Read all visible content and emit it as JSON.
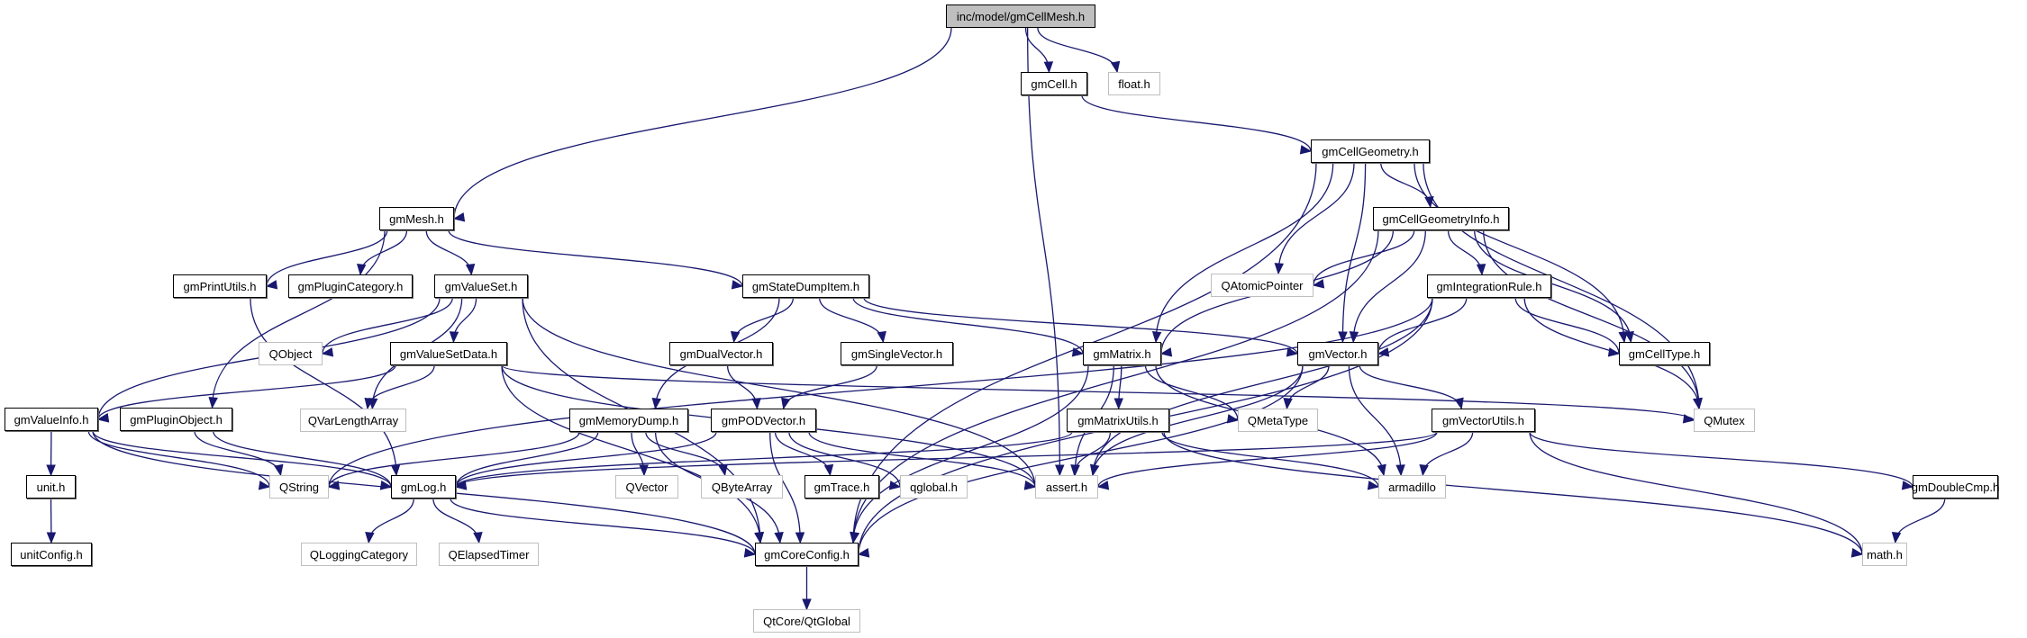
{
  "graph": {
    "title": "inc/model/gmCellMesh.h",
    "colors": {
      "edge": "#191970",
      "root_fill": "#bfbfbf",
      "external_border": "#bfbfbf",
      "internal_border": "#000000"
    },
    "nodes": [
      {
        "id": "gmCellMesh",
        "label": "inc/model/gmCellMesh.h",
        "kind": "root"
      },
      {
        "id": "gmCell",
        "label": "gmCell.h",
        "kind": "internal"
      },
      {
        "id": "float",
        "label": "float.h",
        "kind": "external"
      },
      {
        "id": "gmCellGeometry",
        "label": "gmCellGeometry.h",
        "kind": "internal"
      },
      {
        "id": "gmMesh",
        "label": "gmMesh.h",
        "kind": "internal"
      },
      {
        "id": "gmCellGeometryInfo",
        "label": "gmCellGeometryInfo.h",
        "kind": "internal"
      },
      {
        "id": "gmPrintUtils",
        "label": "gmPrintUtils.h",
        "kind": "internal"
      },
      {
        "id": "gmPluginCategory",
        "label": "gmPluginCategory.h",
        "kind": "internal"
      },
      {
        "id": "gmValueSet",
        "label": "gmValueSet.h",
        "kind": "internal"
      },
      {
        "id": "gmStateDumpItem",
        "label": "gmStateDumpItem.h",
        "kind": "internal"
      },
      {
        "id": "QAtomicPointer",
        "label": "QAtomicPointer",
        "kind": "external"
      },
      {
        "id": "gmIntegrationRule",
        "label": "gmIntegrationRule.h",
        "kind": "internal"
      },
      {
        "id": "QObject",
        "label": "QObject",
        "kind": "external"
      },
      {
        "id": "gmValueSetData",
        "label": "gmValueSetData.h",
        "kind": "internal"
      },
      {
        "id": "gmDualVector",
        "label": "gmDualVector.h",
        "kind": "internal"
      },
      {
        "id": "gmSingleVector",
        "label": "gmSingleVector.h",
        "kind": "internal"
      },
      {
        "id": "gmMatrix",
        "label": "gmMatrix.h",
        "kind": "internal"
      },
      {
        "id": "gmVector",
        "label": "gmVector.h",
        "kind": "internal"
      },
      {
        "id": "gmCellType",
        "label": "gmCellType.h",
        "kind": "internal"
      },
      {
        "id": "gmValueInfo",
        "label": "gmValueInfo.h",
        "kind": "internal"
      },
      {
        "id": "gmPluginObject",
        "label": "gmPluginObject.h",
        "kind": "internal"
      },
      {
        "id": "QVarLengthArray",
        "label": "QVarLengthArray",
        "kind": "external"
      },
      {
        "id": "gmMemoryDump",
        "label": "gmMemoryDump.h",
        "kind": "internal"
      },
      {
        "id": "gmPODVector",
        "label": "gmPODVector.h",
        "kind": "internal"
      },
      {
        "id": "gmMatrixUtils",
        "label": "gmMatrixUtils.h",
        "kind": "internal"
      },
      {
        "id": "QMetaType",
        "label": "QMetaType",
        "kind": "external"
      },
      {
        "id": "gmVectorUtils",
        "label": "gmVectorUtils.h",
        "kind": "internal"
      },
      {
        "id": "QMutex",
        "label": "QMutex",
        "kind": "external"
      },
      {
        "id": "unit",
        "label": "unit.h",
        "kind": "internal"
      },
      {
        "id": "QString",
        "label": "QString",
        "kind": "external"
      },
      {
        "id": "gmLog",
        "label": "gmLog.h",
        "kind": "internal"
      },
      {
        "id": "QVector",
        "label": "QVector",
        "kind": "external"
      },
      {
        "id": "QByteArray",
        "label": "QByteArray",
        "kind": "external"
      },
      {
        "id": "gmTrace",
        "label": "gmTrace.h",
        "kind": "internal"
      },
      {
        "id": "qglobal",
        "label": "qglobal.h",
        "kind": "external"
      },
      {
        "id": "assert",
        "label": "assert.h",
        "kind": "external"
      },
      {
        "id": "armadillo",
        "label": "armadillo",
        "kind": "external"
      },
      {
        "id": "gmDoubleCmp",
        "label": "gmDoubleCmp.h",
        "kind": "internal"
      },
      {
        "id": "unitConfig",
        "label": "unitConfig.h",
        "kind": "internal"
      },
      {
        "id": "QLoggingCategory",
        "label": "QLoggingCategory",
        "kind": "external"
      },
      {
        "id": "QElapsedTimer",
        "label": "QElapsedTimer",
        "kind": "external"
      },
      {
        "id": "gmCoreConfig",
        "label": "gmCoreConfig.h",
        "kind": "internal"
      },
      {
        "id": "math",
        "label": "math.h",
        "kind": "external"
      },
      {
        "id": "QtGlobal",
        "label": "QtCore/QtGlobal",
        "kind": "external"
      }
    ],
    "edges": [
      [
        "gmCellMesh",
        "gmMesh"
      ],
      [
        "gmCellMesh",
        "gmCell"
      ],
      [
        "gmCellMesh",
        "float"
      ],
      [
        "gmCellMesh",
        "assert"
      ],
      [
        "gmCell",
        "gmCellGeometry"
      ],
      [
        "gmCellGeometry",
        "gmCellGeometryInfo"
      ],
      [
        "gmCellGeometry",
        "QAtomicPointer"
      ],
      [
        "gmCellGeometry",
        "gmMatrix"
      ],
      [
        "gmCellGeometry",
        "gmVector"
      ],
      [
        "gmCellGeometry",
        "gmCellType"
      ],
      [
        "gmCellGeometry",
        "QMutex"
      ],
      [
        "gmCellGeometry",
        "gmCoreConfig"
      ],
      [
        "gmCellGeometryInfo",
        "QAtomicPointer"
      ],
      [
        "gmCellGeometryInfo",
        "gmIntegrationRule"
      ],
      [
        "gmCellGeometryInfo",
        "gmMatrix"
      ],
      [
        "gmCellGeometryInfo",
        "gmVector"
      ],
      [
        "gmCellGeometryInfo",
        "gmCellType"
      ],
      [
        "gmCellGeometryInfo",
        "QMutex"
      ],
      [
        "gmCellGeometryInfo",
        "gmCoreConfig"
      ],
      [
        "gmIntegrationRule",
        "gmVector"
      ],
      [
        "gmIntegrationRule",
        "gmCellType"
      ],
      [
        "gmIntegrationRule",
        "QMutex"
      ],
      [
        "gmIntegrationRule",
        "QString"
      ],
      [
        "gmIntegrationRule",
        "assert"
      ],
      [
        "gmIntegrationRule",
        "gmCoreConfig"
      ],
      [
        "gmMesh",
        "gmPrintUtils"
      ],
      [
        "gmMesh",
        "gmPluginCategory"
      ],
      [
        "gmMesh",
        "gmValueSet"
      ],
      [
        "gmMesh",
        "gmStateDumpItem"
      ],
      [
        "gmMesh",
        "gmPluginObject"
      ],
      [
        "gmPrintUtils",
        "gmLog"
      ],
      [
        "gmValueSet",
        "QObject"
      ],
      [
        "gmValueSet",
        "gmValueSetData"
      ],
      [
        "gmValueSet",
        "QVarLengthArray"
      ],
      [
        "gmValueSet",
        "gmValueInfo"
      ],
      [
        "gmValueSet",
        "assert"
      ],
      [
        "gmValueSet",
        "gmCoreConfig"
      ],
      [
        "gmValueSetData",
        "gmValueInfo"
      ],
      [
        "gmValueSetData",
        "QVarLengthArray"
      ],
      [
        "gmValueSetData",
        "QMutex"
      ],
      [
        "gmValueSetData",
        "assert"
      ],
      [
        "gmValueSetData",
        "gmCoreConfig"
      ],
      [
        "gmStateDumpItem",
        "gmMemoryDump"
      ],
      [
        "gmStateDumpItem",
        "gmDualVector"
      ],
      [
        "gmStateDumpItem",
        "gmSingleVector"
      ],
      [
        "gmStateDumpItem",
        "gmMatrix"
      ],
      [
        "gmStateDumpItem",
        "gmVector"
      ],
      [
        "gmDualVector",
        "gmPODVector"
      ],
      [
        "gmSingleVector",
        "gmPODVector"
      ],
      [
        "gmMemoryDump",
        "QString"
      ],
      [
        "gmMemoryDump",
        "gmLog"
      ],
      [
        "gmMemoryDump",
        "QVector"
      ],
      [
        "gmMemoryDump",
        "QByteArray"
      ],
      [
        "gmMemoryDump",
        "gmCoreConfig"
      ],
      [
        "gmPODVector",
        "gmLog"
      ],
      [
        "gmPODVector",
        "gmTrace"
      ],
      [
        "gmPODVector",
        "qglobal"
      ],
      [
        "gmPODVector",
        "assert"
      ],
      [
        "gmPODVector",
        "gmCoreConfig"
      ],
      [
        "gmMatrix",
        "gmMatrixUtils"
      ],
      [
        "gmMatrix",
        "QMetaType"
      ],
      [
        "gmMatrix",
        "assert"
      ],
      [
        "gmMatrix",
        "armadillo"
      ],
      [
        "gmMatrix",
        "gmCoreConfig"
      ],
      [
        "gmMatrixUtils",
        "gmLog"
      ],
      [
        "gmMatrixUtils",
        "assert"
      ],
      [
        "gmMatrixUtils",
        "armadillo"
      ],
      [
        "gmMatrixUtils",
        "math"
      ],
      [
        "gmVector",
        "QMetaType"
      ],
      [
        "gmVector",
        "gmVectorUtils"
      ],
      [
        "gmVector",
        "assert"
      ],
      [
        "gmVector",
        "armadillo"
      ],
      [
        "gmVector",
        "gmCoreConfig"
      ],
      [
        "gmVectorUtils",
        "gmLog"
      ],
      [
        "gmVectorUtils",
        "assert"
      ],
      [
        "gmVectorUtils",
        "armadillo"
      ],
      [
        "gmVectorUtils",
        "gmDoubleCmp"
      ],
      [
        "gmVectorUtils",
        "math"
      ],
      [
        "gmDoubleCmp",
        "math"
      ],
      [
        "gmValueInfo",
        "unit"
      ],
      [
        "gmValueInfo",
        "QString"
      ],
      [
        "gmValueInfo",
        "gmLog"
      ],
      [
        "gmValueInfo",
        "gmCoreConfig"
      ],
      [
        "gmPluginObject",
        "QString"
      ],
      [
        "gmPluginObject",
        "gmLog"
      ],
      [
        "unit",
        "unitConfig"
      ],
      [
        "gmLog",
        "QLoggingCategory"
      ],
      [
        "gmLog",
        "QElapsedTimer"
      ],
      [
        "gmLog",
        "gmCoreConfig"
      ],
      [
        "gmCoreConfig",
        "QtGlobal"
      ]
    ]
  }
}
